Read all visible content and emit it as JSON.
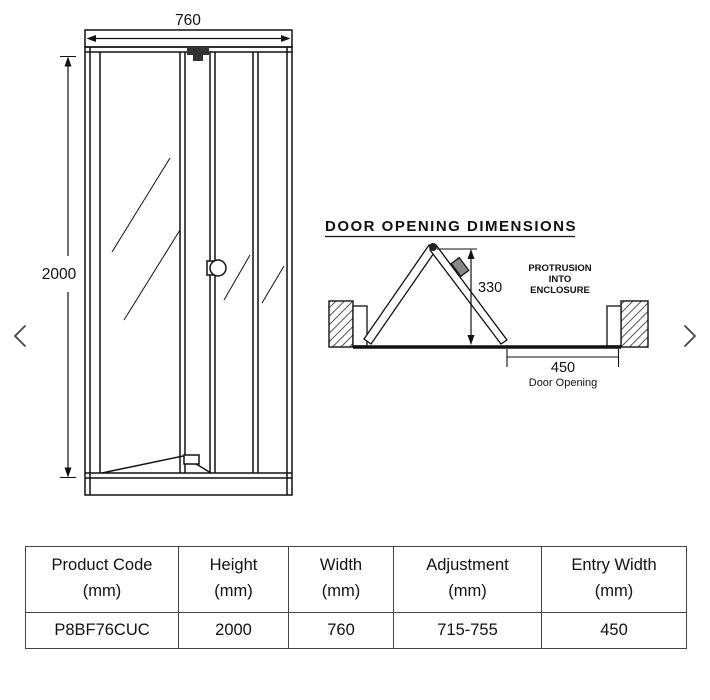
{
  "front_view": {
    "width_dim": "760",
    "height_dim": "2000"
  },
  "plan_view": {
    "title": "DOOR OPENING DIMENSIONS",
    "protrusion_dim": "330",
    "protrusion_note": [
      "PROTRUSION",
      "INTO",
      "ENCLOSURE"
    ],
    "opening_dim": "450",
    "opening_label": "Door Opening"
  },
  "carousel": {
    "prev_icon": "chevron-left",
    "next_icon": "chevron-right"
  },
  "table": {
    "headers": [
      {
        "title": "Product Code",
        "unit": "(mm)"
      },
      {
        "title": "Height",
        "unit": "(mm)"
      },
      {
        "title": "Width",
        "unit": "(mm)"
      },
      {
        "title": "Adjustment",
        "unit": "(mm)"
      },
      {
        "title": "Entry Width",
        "unit": "(mm)"
      }
    ],
    "row": {
      "product_code": "P8BF76CUC",
      "height": "2000",
      "width": "760",
      "adjustment": "715-755",
      "entry_width": "450"
    }
  },
  "colors": {
    "line": "#111111",
    "background": "#ffffff"
  }
}
